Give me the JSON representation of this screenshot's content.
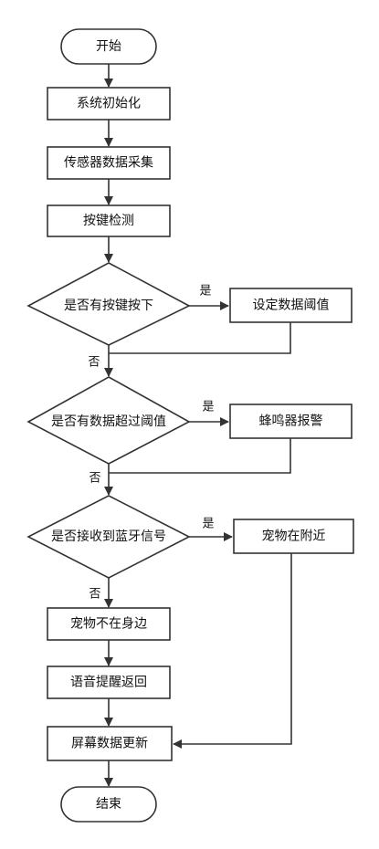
{
  "nodes": {
    "start": "开始",
    "init": "系统初始化",
    "sensor": "传感器数据采集",
    "key_detect": "按键检测",
    "q_key": "是否有按键按下",
    "set_threshold": "设定数据阈值",
    "q_threshold": "是否有数据超过阈值",
    "buzzer": "蜂鸣器报警",
    "q_bluetooth": "是否接收到蓝牙信号",
    "pet_near": "宠物在附近",
    "pet_absent": "宠物不在身边",
    "voice_prompt": "语音提醒返回",
    "screen_update": "屏幕数据更新",
    "end": "结束"
  },
  "edge_labels": {
    "yes": "是",
    "no": "否"
  }
}
